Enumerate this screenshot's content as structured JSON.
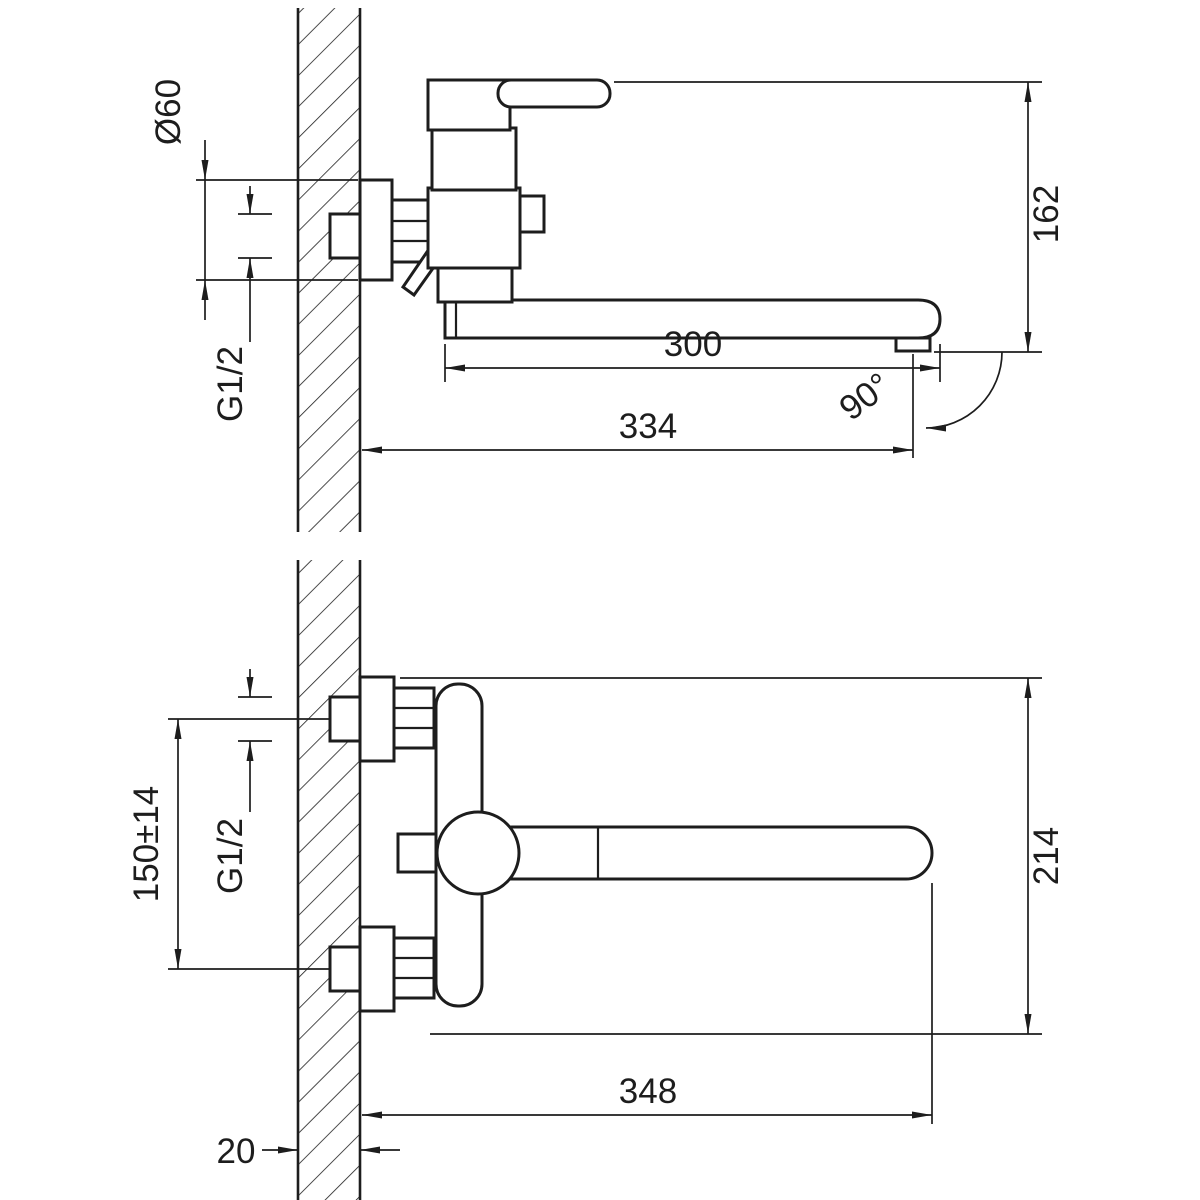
{
  "drawing": "wall-mounted-bath-mixer-installation-diagram",
  "side_view": {
    "dims": {
      "flange_diameter": "Ø60",
      "thread_size": "G1/2",
      "overall_height": "162",
      "spout_length": "300",
      "overall_projection": "334",
      "spout_swivel_angle": "90°"
    }
  },
  "plan_view": {
    "dims": {
      "connection_centers": "150±14",
      "thread_size": "G1/2",
      "overall_height": "214",
      "overall_projection": "348",
      "wall_clearance": "20"
    }
  },
  "style": {
    "line_color": "#1d1d1d",
    "background": "#ffffff"
  }
}
